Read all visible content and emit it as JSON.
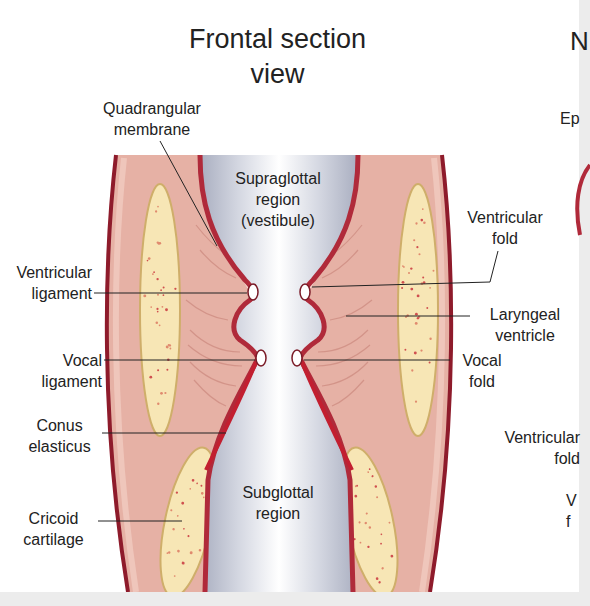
{
  "diagram": {
    "title": "Frontal section view",
    "labels": [
      "Quadrangular membrane",
      "Supraglottal region (vestibule)",
      "Ventricular fold",
      "Ventricular ligament",
      "Laryngeal ventricle",
      "Vocal ligament",
      "Vocal fold",
      "Conus elasticus",
      "Subglottal region",
      "Cricoid cartilage",
      "N",
      "Ep",
      "Ventricular fold",
      "V f"
    ]
  }
}
